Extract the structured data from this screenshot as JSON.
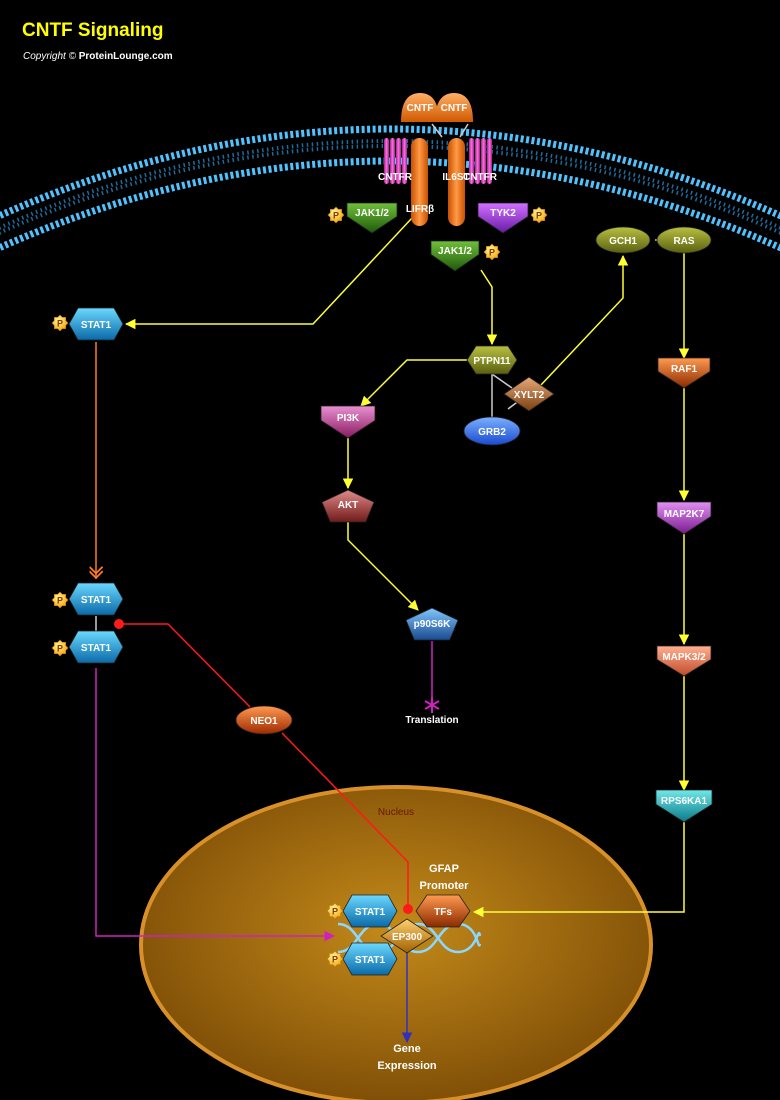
{
  "header": {
    "title": "CNTF Signaling",
    "copyright_prefix": "Copyright ©",
    "copyright_site": "ProteinLounge.com"
  },
  "colors": {
    "background": "#000000",
    "membrane": "#4fc3ff",
    "activation_arrow": "#ffff33",
    "inhibition": "#ff1a1a",
    "stat_path": "#ff7a22",
    "nuclear_import": "#d020c0",
    "gene_expression": "#3030c0",
    "nucleus": "#b86b10"
  },
  "labels": {
    "nucleus": "Nucleus",
    "translation": "Translation",
    "gfap_line1": "GFAP",
    "gfap_line2": "Promoter",
    "gene_line1": "Gene",
    "gene_line2": "Expression",
    "phospho": "P"
  },
  "nodes": {
    "cntf_left": "CNTF",
    "cntf_right": "CNTF",
    "cntfr_left": "CNTFR",
    "cntfr_right": "CNTFR",
    "lifrb": "LIFRβ",
    "il6st": "IL6ST",
    "jak_left": "JAK1/2",
    "jak_bottom": "JAK1/2",
    "tyk2": "TYK2",
    "gch1": "GCH1",
    "ras": "RAS",
    "stat1_top": "STAT1",
    "stat1_mid_a": "STAT1",
    "stat1_mid_b": "STAT1",
    "ptpn11": "PTPN11",
    "xylt2": "XYLT2",
    "grb2": "GRB2",
    "pi3k": "PI3K",
    "akt": "AKT",
    "p90s6k": "p90S6K",
    "raf1": "RAF1",
    "map2k7": "MAP2K7",
    "mapk32": "MAPK3/2",
    "rps6ka1": "RPS6KA1",
    "neo1": "NEO1",
    "stat1_nuc_a": "STAT1",
    "stat1_nuc_b": "STAT1",
    "ep300": "EP300",
    "tfs": "TFs"
  }
}
